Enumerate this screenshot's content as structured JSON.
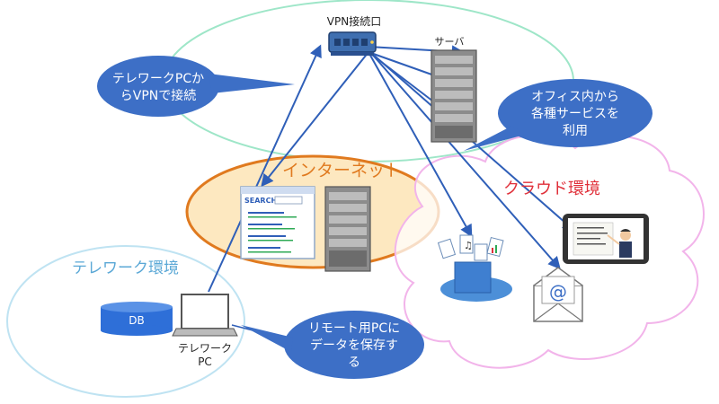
{
  "labels": {
    "vpn": "VPN接続口",
    "server": "サーバ",
    "internet": "インターネット",
    "cloud_env": "クラウド環境",
    "telework_env": "テレワーク環境",
    "db": "DB",
    "telework_pc_line1": "テレワーク",
    "telework_pc_line2": "PC",
    "search": "SEARCH",
    "email_icon": "@"
  },
  "callouts": {
    "vpn_connect": [
      "テレワークPCか",
      "らVPNで接続"
    ],
    "office_services": [
      "オフィス内から",
      "各種サービスを",
      "利用"
    ],
    "remote_save": [
      "リモート用PCに",
      "データを保存す",
      "る"
    ]
  },
  "colors": {
    "office_ellipse": "#9ee6c8",
    "internet_fill": "#fde8c0",
    "internet_stroke": "#e07a1f",
    "internet_text": "#e07a1f",
    "cloud_stroke": "#f2b4ea",
    "cloud_text": "#e0303a",
    "telework_ellipse": "#bfe3f2",
    "telework_text": "#5ba8d6",
    "callout_fill": "#3d6fc6",
    "arrow": "#2f5fb8",
    "db_fill": "#2e6fd8"
  },
  "icons": [
    "vpn-router-icon",
    "server-tower-icon",
    "search-browser-icon",
    "cloud-storage-icon",
    "email-icon",
    "tablet-teacher-icon",
    "laptop-icon",
    "database-icon"
  ]
}
